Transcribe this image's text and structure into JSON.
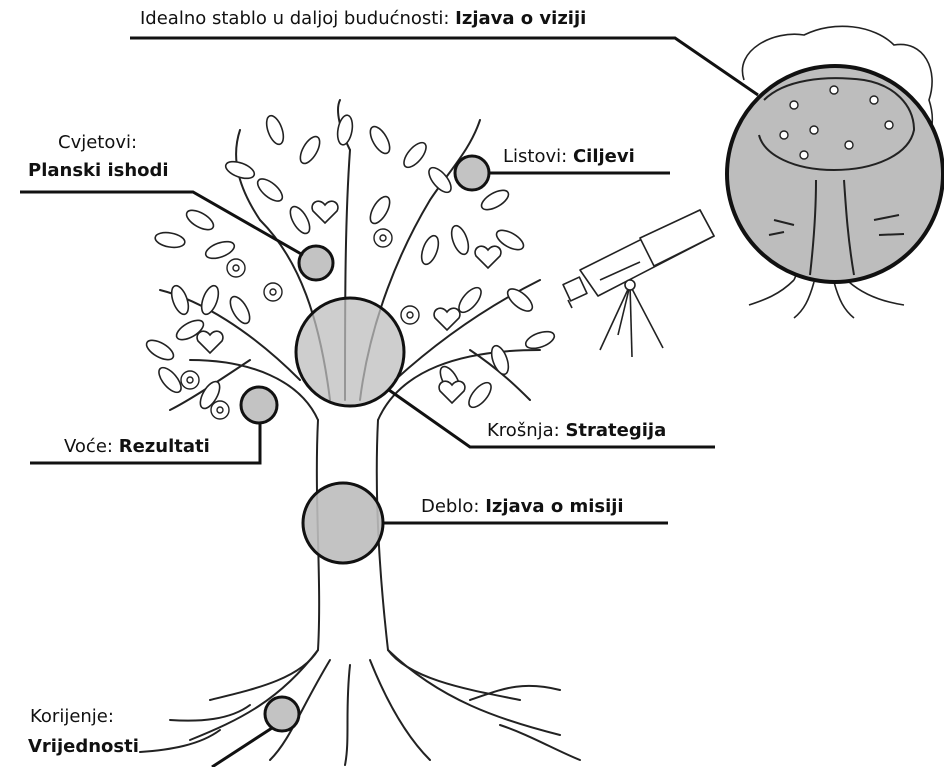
{
  "labels": {
    "vision": {
      "prefix": "Idealno stablo u daljoj budućnosti:",
      "term": "Izjava o viziji"
    },
    "flowers": {
      "prefix": "Cvjetovi:",
      "term": "Planski ishodi"
    },
    "leaves": {
      "prefix": "Listovi:",
      "term": "Ciljevi"
    },
    "fruit": {
      "prefix": "Voće:",
      "term": "Rezultati"
    },
    "crown": {
      "prefix": "Krošnja:",
      "term": "Strategija"
    },
    "trunk": {
      "prefix": "Deblo:",
      "term": "Izjava o misiji"
    },
    "roots": {
      "prefix": "Korijenje:",
      "term": "Vrijednosti"
    }
  },
  "colors": {
    "ink": "#111111",
    "highlight": "#bdbdbd"
  },
  "icons": [
    "tree-illustration",
    "telescope-icon",
    "vision-tree-icon"
  ]
}
